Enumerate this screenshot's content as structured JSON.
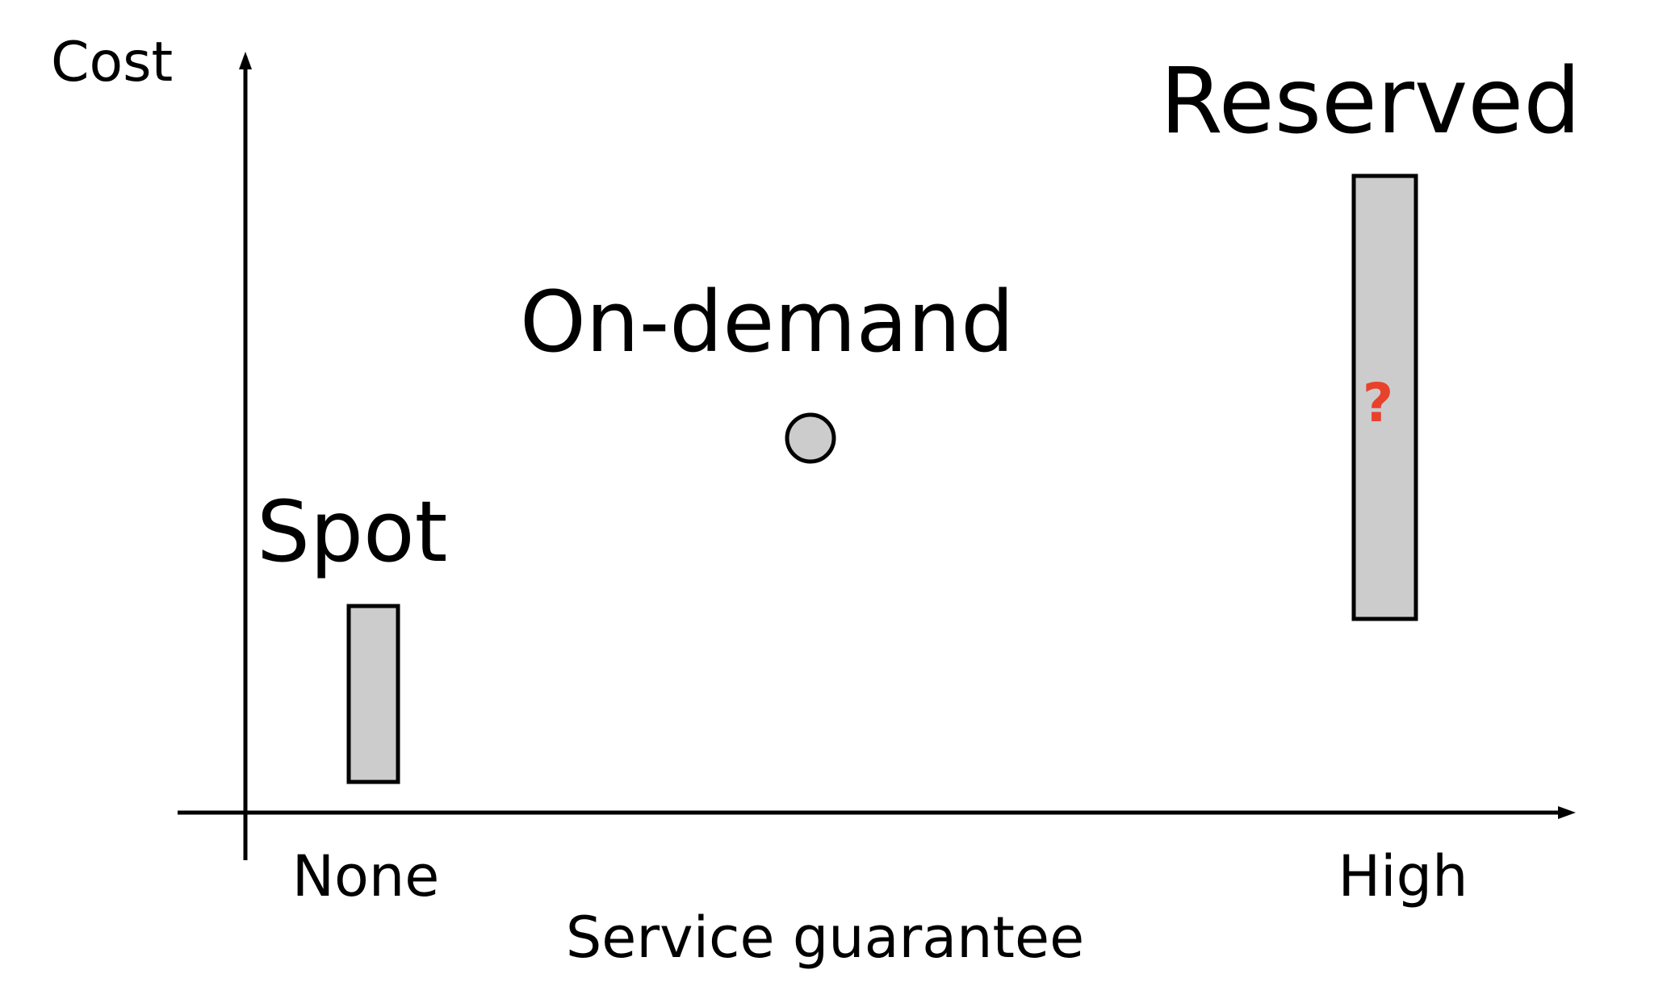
{
  "axes": {
    "y_label": "Cost",
    "x_label": "Service guarantee",
    "x_min_label": "None",
    "x_max_label": "High"
  },
  "options": {
    "spot": {
      "label": "Spot",
      "shape": "range-bar",
      "service_guarantee": "None",
      "cost_level": "low, varying range"
    },
    "on_demand": {
      "label": "On-demand",
      "shape": "single-point",
      "service_guarantee": "medium",
      "cost_level": "medium, fixed"
    },
    "reserved": {
      "label": "Reserved",
      "shape": "range-bar",
      "service_guarantee": "High",
      "cost_level": "high, wide range",
      "annotation": "?"
    }
  },
  "colors": {
    "fill": "#cccccc",
    "stroke": "#000000",
    "question_mark": "#e8412c"
  }
}
